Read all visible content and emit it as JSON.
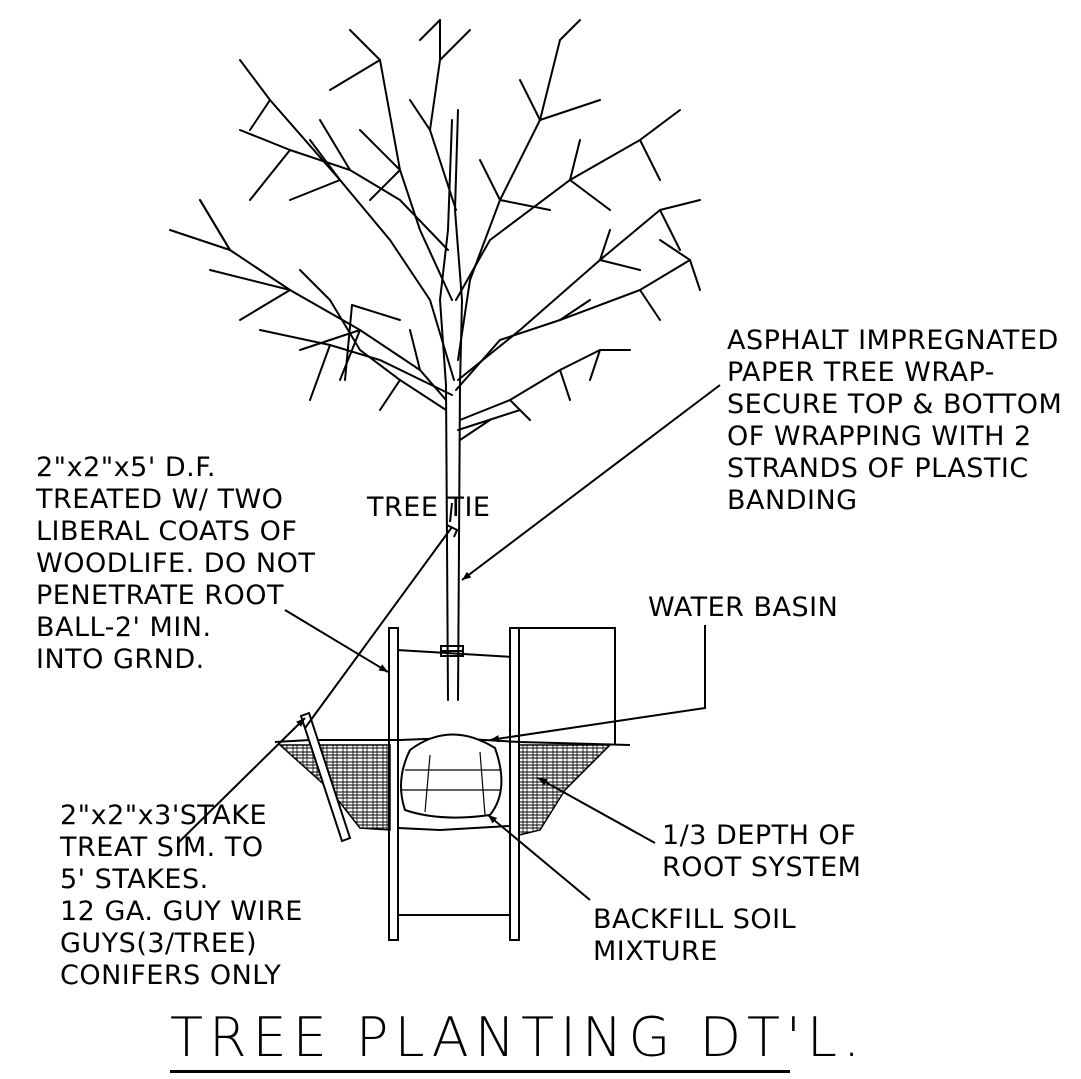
{
  "title": "TREE PLANTING DT'L.",
  "labels": {
    "tree_wrap": [
      "ASPHALT IMPREGNATED",
      "PAPER TREE WRAP-",
      "SECURE TOP & BOTTOM",
      "OF WRAPPING WITH 2",
      "STRANDS OF PLASTIC",
      "BANDING"
    ],
    "main_stake": [
      "2\"x2\"x5' D.F.",
      "TREATED W/ TWO",
      "LIBERAL COATS OF",
      "WOODLIFE. DO NOT",
      "PENETRATE ROOT",
      "BALL-2' MIN.",
      "INTO GRND."
    ],
    "tree_tie": "TREE TIE",
    "water_basin": "WATER BASIN",
    "short_stake": [
      "2\"x2\"x3'STAKE",
      "TREAT SIM. TO",
      "5' STAKES.",
      "12 GA. GUY WIRE",
      "GUYS(3/TREE)",
      "CONIFERS ONLY"
    ],
    "root_depth": [
      "1/3 DEPTH OF",
      "ROOT SYSTEM"
    ],
    "backfill": [
      "BACKFILL SOIL",
      "MIXTURE"
    ]
  }
}
